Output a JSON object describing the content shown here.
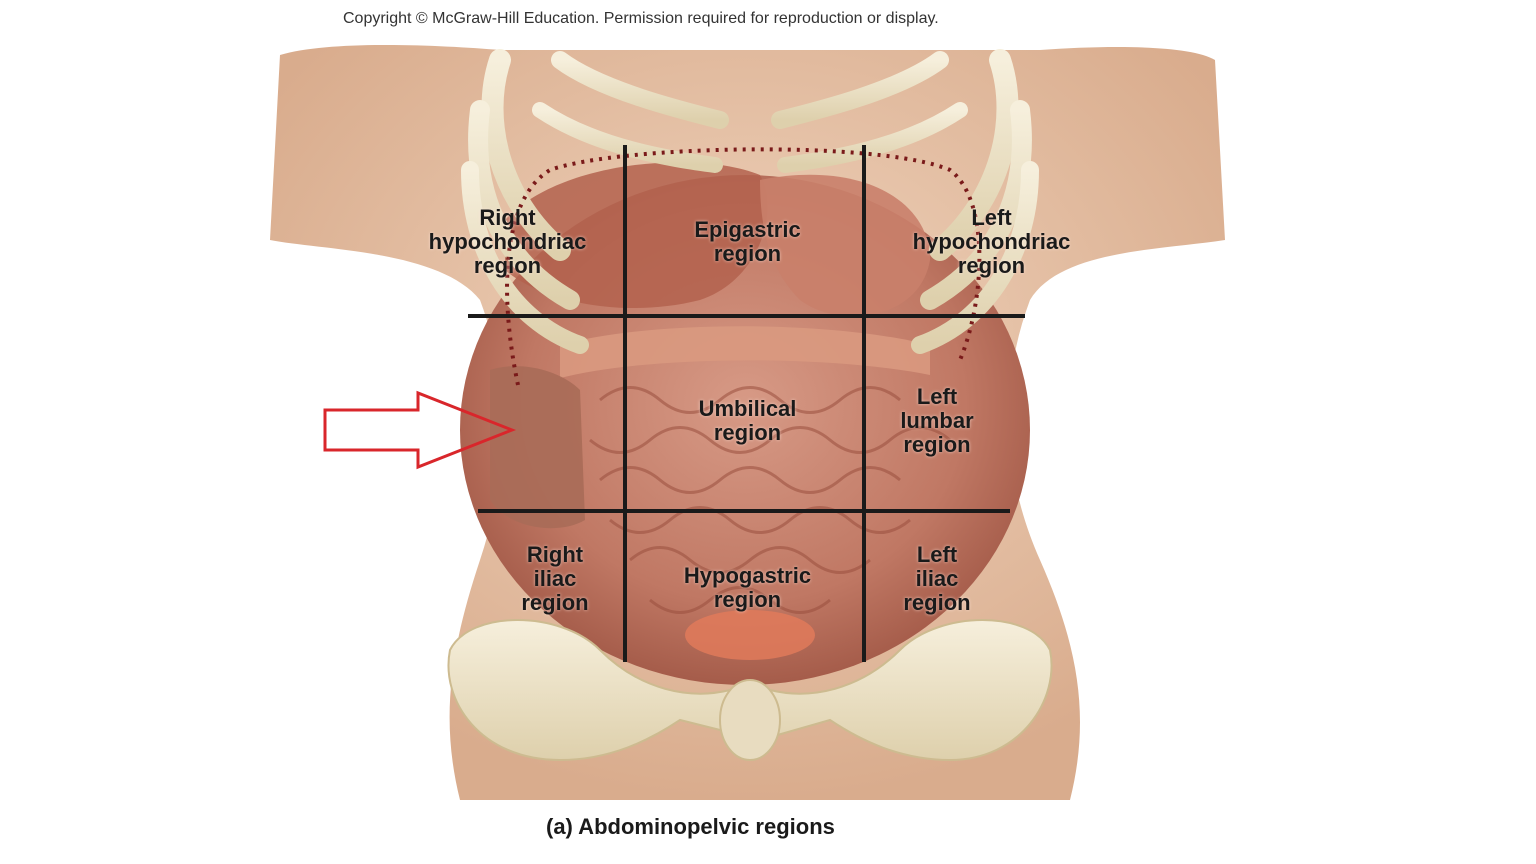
{
  "copyright": "Copyright © McGraw-Hill Education. Permission required for reproduction or display.",
  "regions": {
    "right_hypochondriac": "Right\nhypochondriac\nregion",
    "epigastric": "Epigastric\nregion",
    "left_hypochondriac": "Left\nhypochondriac\nregion",
    "right_lumbar_arrow": "",
    "umbilical": "Umbilical\nregion",
    "left_lumbar": "Left\nlumbar\nregion",
    "right_iliac": "Right\niliac\nregion",
    "hypogastric": "Hypogastric\nregion",
    "left_iliac": "Left\niliac\nregion"
  },
  "caption": "(a) Abdominopelvic regions",
  "colors": {
    "arrow": "#d9262b",
    "grid_lines": "#1a1a1a",
    "diaphragm_dots": "#7a1a1a",
    "bone": "#efe4c8",
    "skin": "#e9c9b0",
    "organ": "#c9826e"
  }
}
